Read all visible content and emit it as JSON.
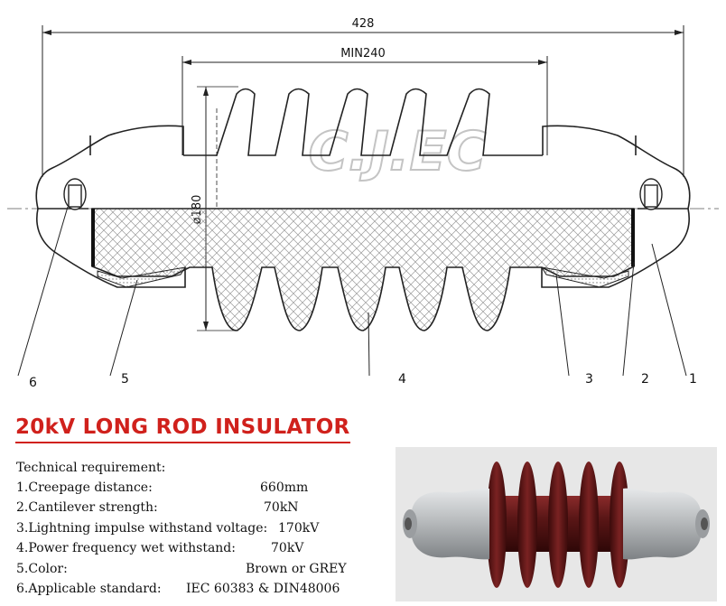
{
  "drawing": {
    "dim_overall": "428",
    "dim_min": "MIN240",
    "dim_diameter": "ø180",
    "watermark": "C.J.EC",
    "callouts": [
      "1",
      "2",
      "3",
      "4",
      "5",
      "6"
    ]
  },
  "title": "20kV LONG ROD INSULATOR",
  "specs": {
    "heading": "Technical requirement:",
    "rows": [
      {
        "label": "1.Creepage distance:",
        "value": "660mm"
      },
      {
        "label": "2.Cantilever strength:",
        "value": "70kN"
      },
      {
        "label": "3.Lightning impulse withstand voltage:",
        "value": "170kV"
      },
      {
        "label": "4.Power frequency wet withstand:",
        "value": "70kV"
      },
      {
        "label": "5.Color:",
        "value": "Brown or GREY"
      },
      {
        "label": "6.Applicable standard:",
        "value": "IEC 60383 & DIN48006"
      }
    ]
  },
  "photo": {
    "colors": {
      "porcelain": "#5a1616",
      "cap": "#b9bcbe",
      "background": "#e7e7e7"
    }
  }
}
